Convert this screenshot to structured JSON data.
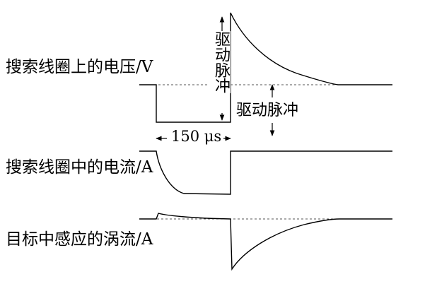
{
  "labels": {
    "voltage": "搜索线圈上的电压/V",
    "current": "搜索线圈中的电流/A",
    "eddy": "目标中感应的涡流/A",
    "pulse_vertical": "驱动脉冲",
    "pulse_side": "驱动脉冲",
    "pulse_width": "150 μs"
  },
  "style": {
    "line_color": "#000000",
    "dash_color": "#555555"
  }
}
